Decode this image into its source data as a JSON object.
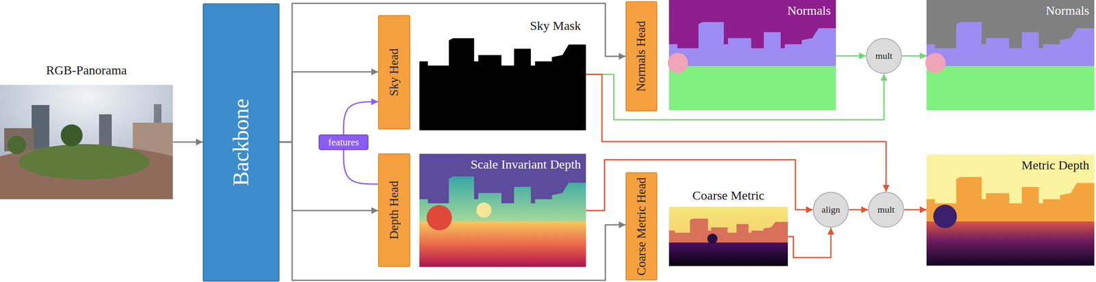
{
  "diagram": {
    "nodes": [
      {
        "text": [
          "RGB-Panorama"
        ]
      },
      {
        "text": [
          "Backbone"
        ]
      },
      {
        "text": [
          "Sky Head"
        ]
      },
      {
        "text": [
          "Sky Mask"
        ]
      },
      {
        "text": [
          "features"
        ]
      },
      {
        "text": [
          "Depth Head"
        ]
      },
      {
        "text": [
          "Scale Invariant Depth"
        ]
      },
      {
        "text": [
          "Normals Head"
        ]
      },
      {
        "text": [
          "Normals"
        ]
      },
      {
        "text": [
          "Coarse Metric Head"
        ]
      },
      {
        "text": [
          "Coarse Metric"
        ]
      },
      {
        "text": [
          "mult"
        ]
      },
      {
        "text": [
          "Normals"
        ]
      },
      {
        "text": [
          "align"
        ]
      },
      {
        "text": [
          "mult"
        ]
      },
      {
        "text": [
          "Metric Depth"
        ]
      }
    ],
    "edges": [
      {
        "from": 0,
        "to": 1,
        "arrow": "to"
      },
      {
        "from": 1,
        "to": 2,
        "arrow": "to"
      },
      {
        "from": 1,
        "to": 5,
        "arrow": "to"
      },
      {
        "from": 1,
        "to": 7,
        "arrow": "to"
      },
      {
        "from": 1,
        "to": 9,
        "arrow": "to"
      },
      {
        "from": 5,
        "to": 4,
        "arrow": "none"
      },
      {
        "from": 4,
        "to": 2,
        "arrow": "to"
      },
      {
        "from": 8,
        "to": 11,
        "arrow": "to"
      },
      {
        "from": 3,
        "to": 11,
        "arrow": "to"
      },
      {
        "from": 11,
        "to": 12,
        "arrow": "to"
      },
      {
        "from": 3,
        "to": 14,
        "arrow": "to"
      },
      {
        "from": 6,
        "to": 13,
        "arrow": "to"
      },
      {
        "from": 10,
        "to": 13,
        "arrow": "to"
      },
      {
        "from": 13,
        "to": 14,
        "arrow": "to"
      },
      {
        "from": 14,
        "to": 15,
        "arrow": "to"
      }
    ]
  }
}
